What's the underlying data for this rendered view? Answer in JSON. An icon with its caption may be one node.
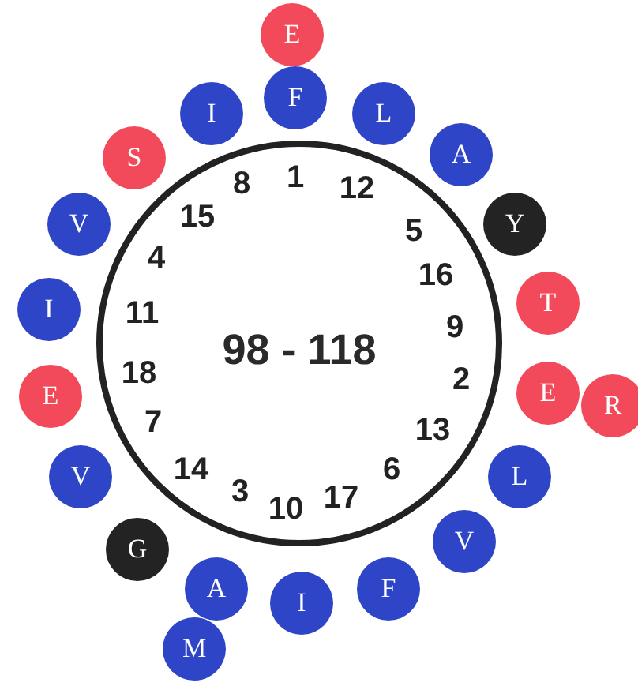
{
  "diagram": {
    "nodes": [
      {
        "text": [
          "98 - 118"
        ]
      },
      {
        "text": [
          "E"
        ]
      },
      {
        "text": [
          "F"
        ]
      },
      {
        "text": [
          "L"
        ]
      },
      {
        "text": [
          "A"
        ]
      },
      {
        "text": [
          "Y"
        ]
      },
      {
        "text": [
          "T"
        ]
      },
      {
        "text": [
          "E"
        ]
      },
      {
        "text": [
          "R"
        ]
      },
      {
        "text": [
          "L"
        ]
      },
      {
        "text": [
          "V"
        ]
      },
      {
        "text": [
          "F"
        ]
      },
      {
        "text": [
          "I"
        ]
      },
      {
        "text": [
          "A"
        ]
      },
      {
        "text": [
          "M"
        ]
      },
      {
        "text": [
          "G"
        ]
      },
      {
        "text": [
          "V"
        ]
      },
      {
        "text": [
          "E"
        ]
      },
      {
        "text": [
          "I"
        ]
      },
      {
        "text": [
          "V"
        ]
      },
      {
        "text": [
          "S"
        ]
      },
      {
        "text": [
          "I"
        ]
      }
    ],
    "edges": [],
    "labels": [
      "1",
      "12",
      "5",
      "16",
      "9",
      "2",
      "13",
      "6",
      "17",
      "10",
      "3",
      "14",
      "7",
      "18",
      "11",
      "4",
      "15",
      "8"
    ]
  }
}
